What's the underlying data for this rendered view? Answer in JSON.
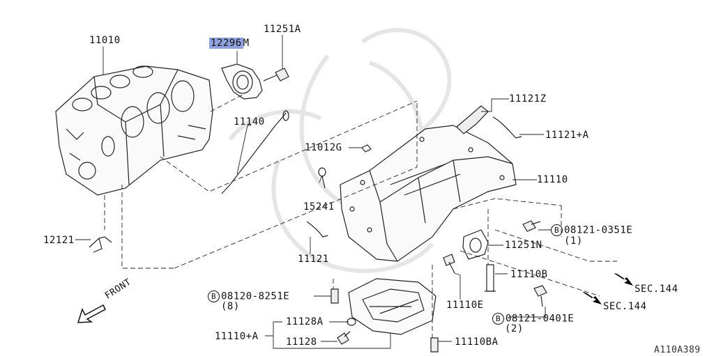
{
  "diagram_code": "A110A389",
  "highlighted_part": "12296M",
  "front_label": "FRONT",
  "parts": {
    "p11010": "11010",
    "p12296": "12296",
    "p12296_suffix": "M",
    "p11251A": "11251A",
    "p11140": "11140",
    "p11012G": "11012G",
    "p15241": "15241",
    "p11121": "11121",
    "p12121": "12121",
    "p11121Z": "11121Z",
    "p11121A": "11121+A",
    "p11110": "11110",
    "p11251N": "11251N",
    "p11110B": "11110B",
    "p11110E": "11110E",
    "p11110A": "11110+A",
    "p11128A": "11128A",
    "p11128": "11128",
    "p11110BA": "11110BA"
  },
  "bolts": {
    "b1": {
      "circle": "B",
      "code": "08121-0351E",
      "qty": "(1)"
    },
    "b2": {
      "circle": "B",
      "code": "08120-8251E",
      "qty": "(8)"
    },
    "b3": {
      "circle": "B",
      "code": "08121-0401E",
      "qty": "(2)"
    }
  },
  "sections": {
    "sec1": "SEC.144",
    "sec2": "SEC.144"
  }
}
